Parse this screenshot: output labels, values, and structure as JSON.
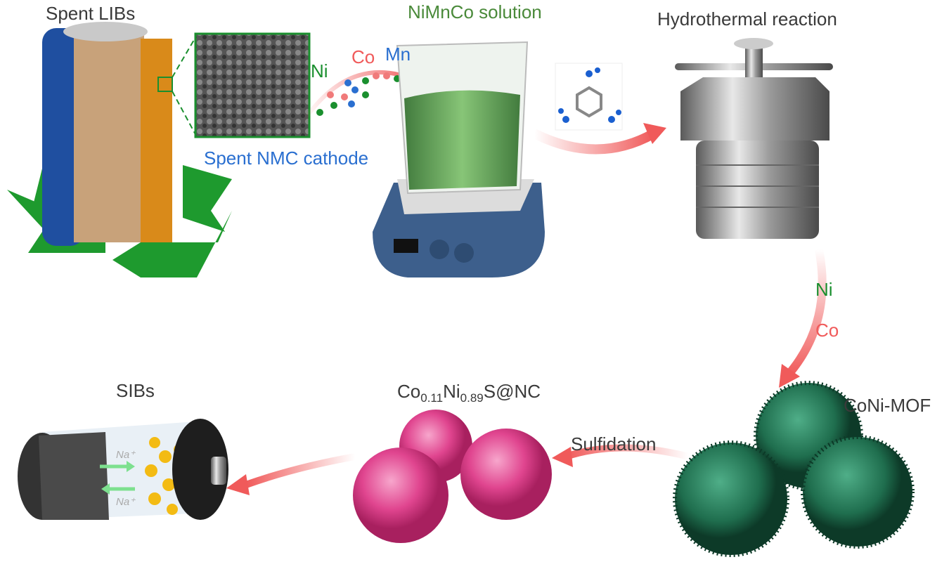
{
  "labels": {
    "spent_libs": "Spent LIBs",
    "nimnco_solution": "NiMnCo solution",
    "hydrothermal": "Hydrothermal reaction",
    "spent_nmc": "Spent NMC cathode",
    "ion_ni": "Ni",
    "ion_co": "Co",
    "ion_mn": "Mn",
    "arrow_ni": "Ni",
    "arrow_co": "Co",
    "coni_mof": "CoNi-MOF",
    "sulfidation": "Sulfidation",
    "product_co": "Co",
    "product_co_sub": "0.11",
    "product_ni": "Ni",
    "product_ni_sub": "0.89",
    "product_rest": "S@NC",
    "sibs": "SIBs",
    "na_top": "Na⁺",
    "na_bottom": "Na⁺"
  },
  "colors": {
    "green": "#1a8f2e",
    "red": "#f05a5a",
    "blue": "#2a6fd0",
    "solution": "#4a8a3a",
    "recycle": "#1e9a2e",
    "pink": "#e0458f",
    "mof": "#1f6e4e"
  }
}
